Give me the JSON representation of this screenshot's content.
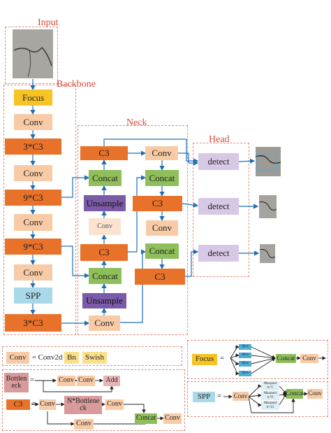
{
  "titles": {
    "input": "Input",
    "backbone": "Backbone",
    "neck": "Neck",
    "head": "Head"
  },
  "backbone": [
    "Focus",
    "Conv",
    "3*C3",
    "Conv",
    "9*C3",
    "Conv",
    "9*C3",
    "Conv",
    "SPP",
    "3*C3"
  ],
  "neck": {
    "c3_top": "C3",
    "conv_top": "Conv",
    "concat_1": "Concat",
    "concat_2": "Concat",
    "unsample_1": "Unsample",
    "c3_mid": "C3",
    "conv_small": "Conv",
    "conv_mid": "Conv",
    "c3_lower": "C3",
    "concat_3": "Concat",
    "concat_4": "Concat",
    "unsample_2": "Unsample",
    "c3_bottom": "C3",
    "conv_bottom": "Conv"
  },
  "head": [
    "detect",
    "detect",
    "detect"
  ],
  "legend_conv": {
    "conv": "Conv",
    "eq": "=",
    "conv2d": "Conv2d",
    "bn": "Bn",
    "swish": "Swish"
  },
  "legend_bottleneck": {
    "label": "Bottleneck",
    "eq": "=",
    "conv1": "Conv",
    "conv2": "Conv",
    "add": "Add"
  },
  "legend_c3": {
    "label": "C3",
    "eq": "=",
    "conv1": "Conv",
    "nbottle": "N*Bottleneck",
    "conv2": "Conv",
    "conv3": "Conv",
    "concat": "Concat",
    "conv4": "Conv"
  },
  "legend_focus": {
    "label": "Focus",
    "eq": "=",
    "slices": [
      "Slice",
      "Slice",
      "Slice",
      "Slice"
    ],
    "concat": "Concat",
    "conv": "Conv"
  },
  "legend_spp": {
    "label": "SPP",
    "eq": "=",
    "conv1": "Conv",
    "pools": [
      "Maxpool k=5",
      "Maxpool k=9",
      "Maxpool k=13"
    ],
    "concat": "Concat",
    "conv2": "Conv"
  }
}
